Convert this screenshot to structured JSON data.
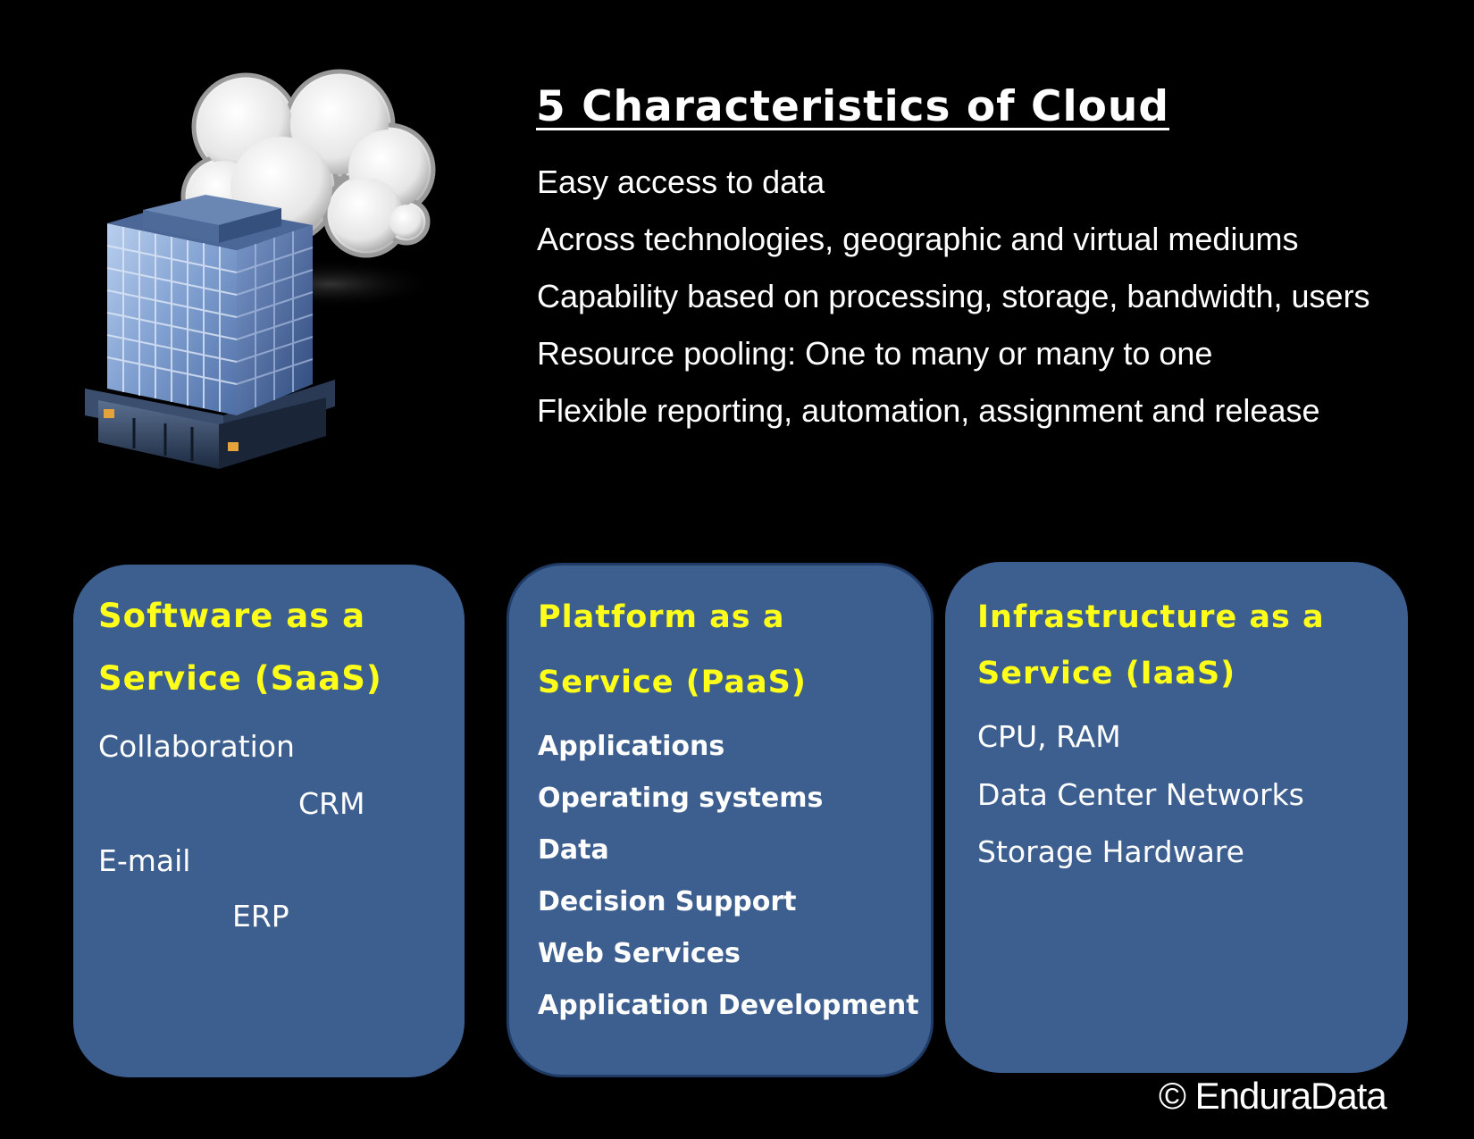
{
  "title": "5 Characteristics of Cloud",
  "characteristics": [
    "Easy access to data",
    "Across technologies, geographic and virtual mediums",
    "Capability based on processing, storage, bandwidth, users",
    "Resource pooling: One to many or many to one",
    "Flexible reporting, automation, assignment and release"
  ],
  "saas": {
    "title_line1": "Software as a",
    "title_line2": "Service (SaaS)",
    "items": [
      "Collaboration",
      "CRM",
      "E-mail",
      "ERP"
    ]
  },
  "paas": {
    "title_line1": "Platform as a",
    "title_line2": "Service (PaaS)",
    "items": [
      "Applications",
      "Operating systems",
      "Data",
      "Decision Support",
      "Web Services",
      "Application Development"
    ]
  },
  "iaas": {
    "title_line1": "Infrastructure as a",
    "title_line2": "Service (IaaS)",
    "items": [
      "CPU, RAM",
      "Data Center Networks",
      "Storage Hardware"
    ]
  },
  "copyright": "© EnduraData",
  "colors": {
    "background": "#000000",
    "box_fill": "#3d5f8f",
    "box_title": "#ffff1a",
    "text": "#ffffff"
  },
  "icons": {
    "illustration": "cloud-building-icon"
  }
}
